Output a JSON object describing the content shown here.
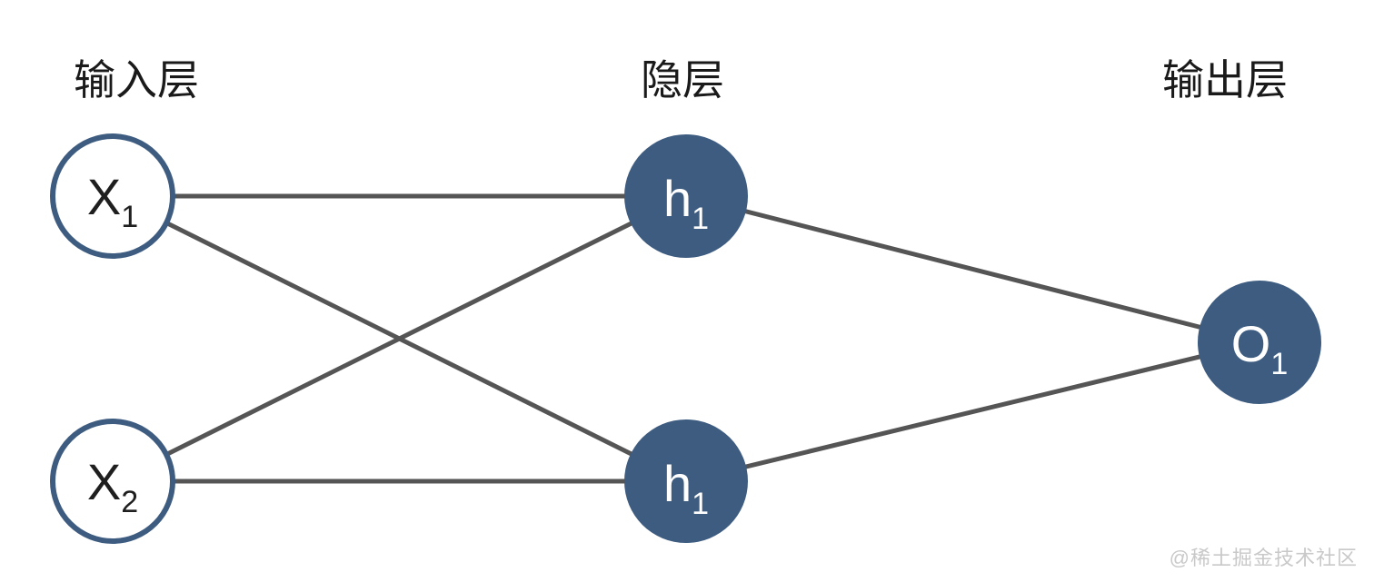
{
  "diagram": {
    "type": "neural-network",
    "layers": [
      {
        "id": "input",
        "label": "输入层"
      },
      {
        "id": "hidden",
        "label": "隐层"
      },
      {
        "id": "output",
        "label": "输出层"
      }
    ],
    "nodes": {
      "x1": {
        "layer": "input",
        "label": "X",
        "sub": "1",
        "style": "outlined"
      },
      "x2": {
        "layer": "input",
        "label": "X",
        "sub": "2",
        "style": "outlined"
      },
      "h1": {
        "layer": "hidden",
        "label": "h",
        "sub": "1",
        "style": "filled"
      },
      "h2": {
        "layer": "hidden",
        "label": "h",
        "sub": "1",
        "style": "filled"
      },
      "o1": {
        "layer": "output",
        "label": "O",
        "sub": "1",
        "style": "filled"
      }
    },
    "edges": [
      {
        "from": "x1",
        "to": "h1"
      },
      {
        "from": "x1",
        "to": "h2"
      },
      {
        "from": "x2",
        "to": "h1"
      },
      {
        "from": "x2",
        "to": "h2"
      },
      {
        "from": "h1",
        "to": "o1"
      },
      {
        "from": "h2",
        "to": "o1"
      }
    ],
    "colors": {
      "node_fill": "#3d5c80",
      "node_border": "#3d5c80",
      "edge": "#555555",
      "heading_text": "#1a1a1a",
      "node_text_light": "#ffffff",
      "node_text_dark": "#1f1f1f",
      "watermark": "#c9c9c9",
      "background": "#ffffff"
    }
  },
  "watermark": {
    "text": "@稀土掘金技术社区"
  }
}
